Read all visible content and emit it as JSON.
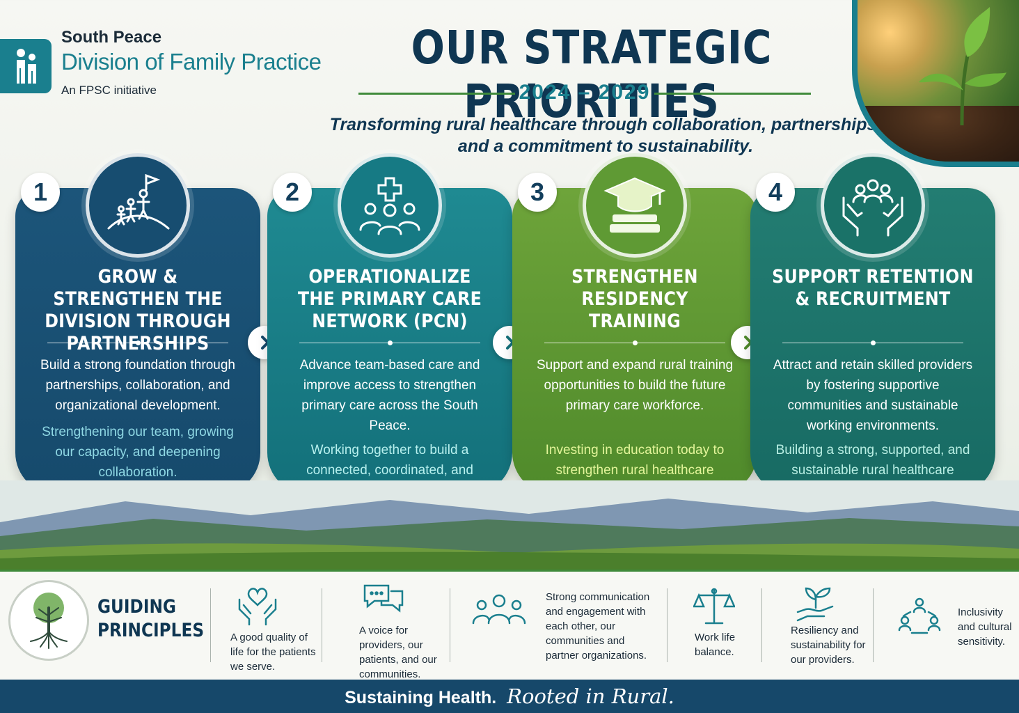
{
  "header": {
    "org_line1": "South Peace",
    "org_line2": "Division of Family Practice",
    "org_sub": "An FPSC initiative",
    "title": "OUR STRATEGIC PRIORITIES",
    "years": "2024 – 2029",
    "tagline": "Transforming rural healthcare through collaboration, partnerships, and a commitment to sustainability."
  },
  "priorities": [
    {
      "number": "1",
      "icon": "summit-flag-people-icon",
      "title": "GROW & STRENGTHEN THE DIVISION THROUGH PARTNERSHIPS",
      "description": "Build a strong foundation through partnerships, collaboration, and organizational development.",
      "note": "Strengthening our team, growing our capacity, and deepening collaboration."
    },
    {
      "number": "2",
      "icon": "care-team-cross-icon",
      "title": "OPERATIONALIZE THE PRIMARY CARE NETWORK (PCN)",
      "description": "Advance team-based care and improve access to strengthen primary care across the South Peace.",
      "note": "Working together to build a connected, coordinated, and accessible system of care."
    },
    {
      "number": "3",
      "icon": "graduation-cap-books-icon",
      "title": "STRENGTHEN RESIDENCY TRAINING",
      "description": "Support and expand rural training opportunities to build the future primary care workforce.",
      "note": "Investing in education today to strengthen rural healthcare tomorrow."
    },
    {
      "number": "4",
      "icon": "hands-holding-people-icon",
      "title": "SUPPORT RETENTION & RECRUITMENT",
      "description": "Attract and retain skilled providers by fostering supportive communities and sustainable working environments.",
      "note": "Building a strong, supported, and sustainable rural healthcare workforce."
    }
  ],
  "guiding_principles": {
    "title_line1": "GUIDING",
    "title_line2": "PRINCIPLES",
    "items": [
      {
        "icon": "heart-hands-icon",
        "text": "A good quality of life for the patients we serve."
      },
      {
        "icon": "speech-bubbles-icon",
        "text": "A voice for providers, our patients, and our communities."
      },
      {
        "icon": "group-people-icon",
        "text": "Strong communication and engagement with each other, our communities and partner organizations."
      },
      {
        "icon": "balance-scale-icon",
        "text": "Work life balance."
      },
      {
        "icon": "sprout-hand-icon",
        "text": "Resiliency and sustainability for our providers."
      },
      {
        "icon": "connected-people-icon",
        "text": "Inclusivity and cultural sensitivity."
      }
    ]
  },
  "footer": {
    "part1": "Sustaining Health.",
    "part2": "Rooted in Rural."
  },
  "colors": {
    "navy": "#16486a",
    "teal": "#1a7f8e",
    "green": "#5f9a34",
    "deep_teal": "#176a63"
  }
}
